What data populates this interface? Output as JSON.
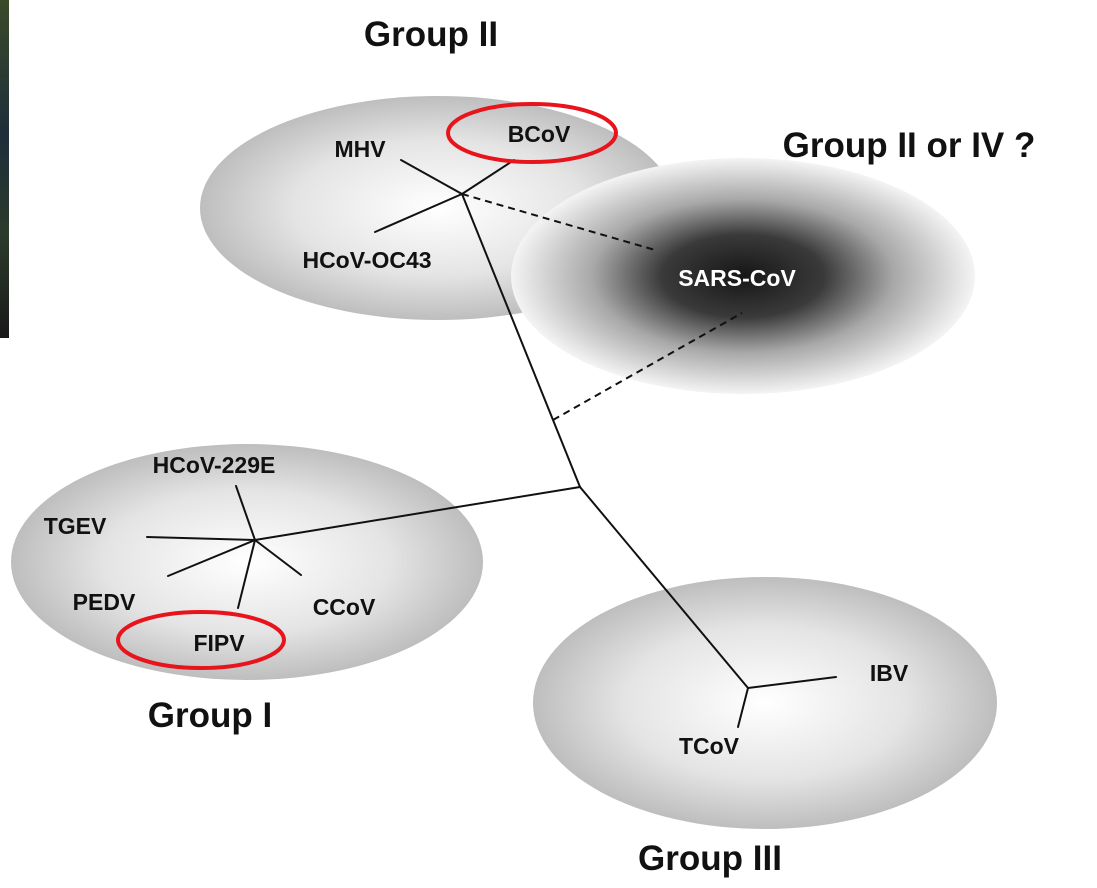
{
  "groups": {
    "group2": {
      "label": "Group II"
    },
    "group_sars": {
      "label": "Group II or IV ?"
    },
    "group1": {
      "label": "Group I"
    },
    "group3": {
      "label": "Group III"
    }
  },
  "viruses": {
    "mhv": "MHV",
    "bcov": "BCoV",
    "hcov_oc43": "HCoV-OC43",
    "sars_cov": "SARS-CoV",
    "hcov_229e": "HCoV-229E",
    "tgev": "TGEV",
    "pedv": "PEDV",
    "ccov": "CCoV",
    "fipv": "FIPV",
    "ibv": "IBV",
    "tcov": "TCoV"
  },
  "highlighted": [
    "BCoV",
    "FIPV"
  ],
  "colors": {
    "highlight_ring": "#e8141c",
    "branch": "#111111",
    "group_fill": "#c8c8c8",
    "sars_core": "#1a1a1a",
    "label_text": "#111111",
    "sars_label_text": "#ffffff"
  }
}
